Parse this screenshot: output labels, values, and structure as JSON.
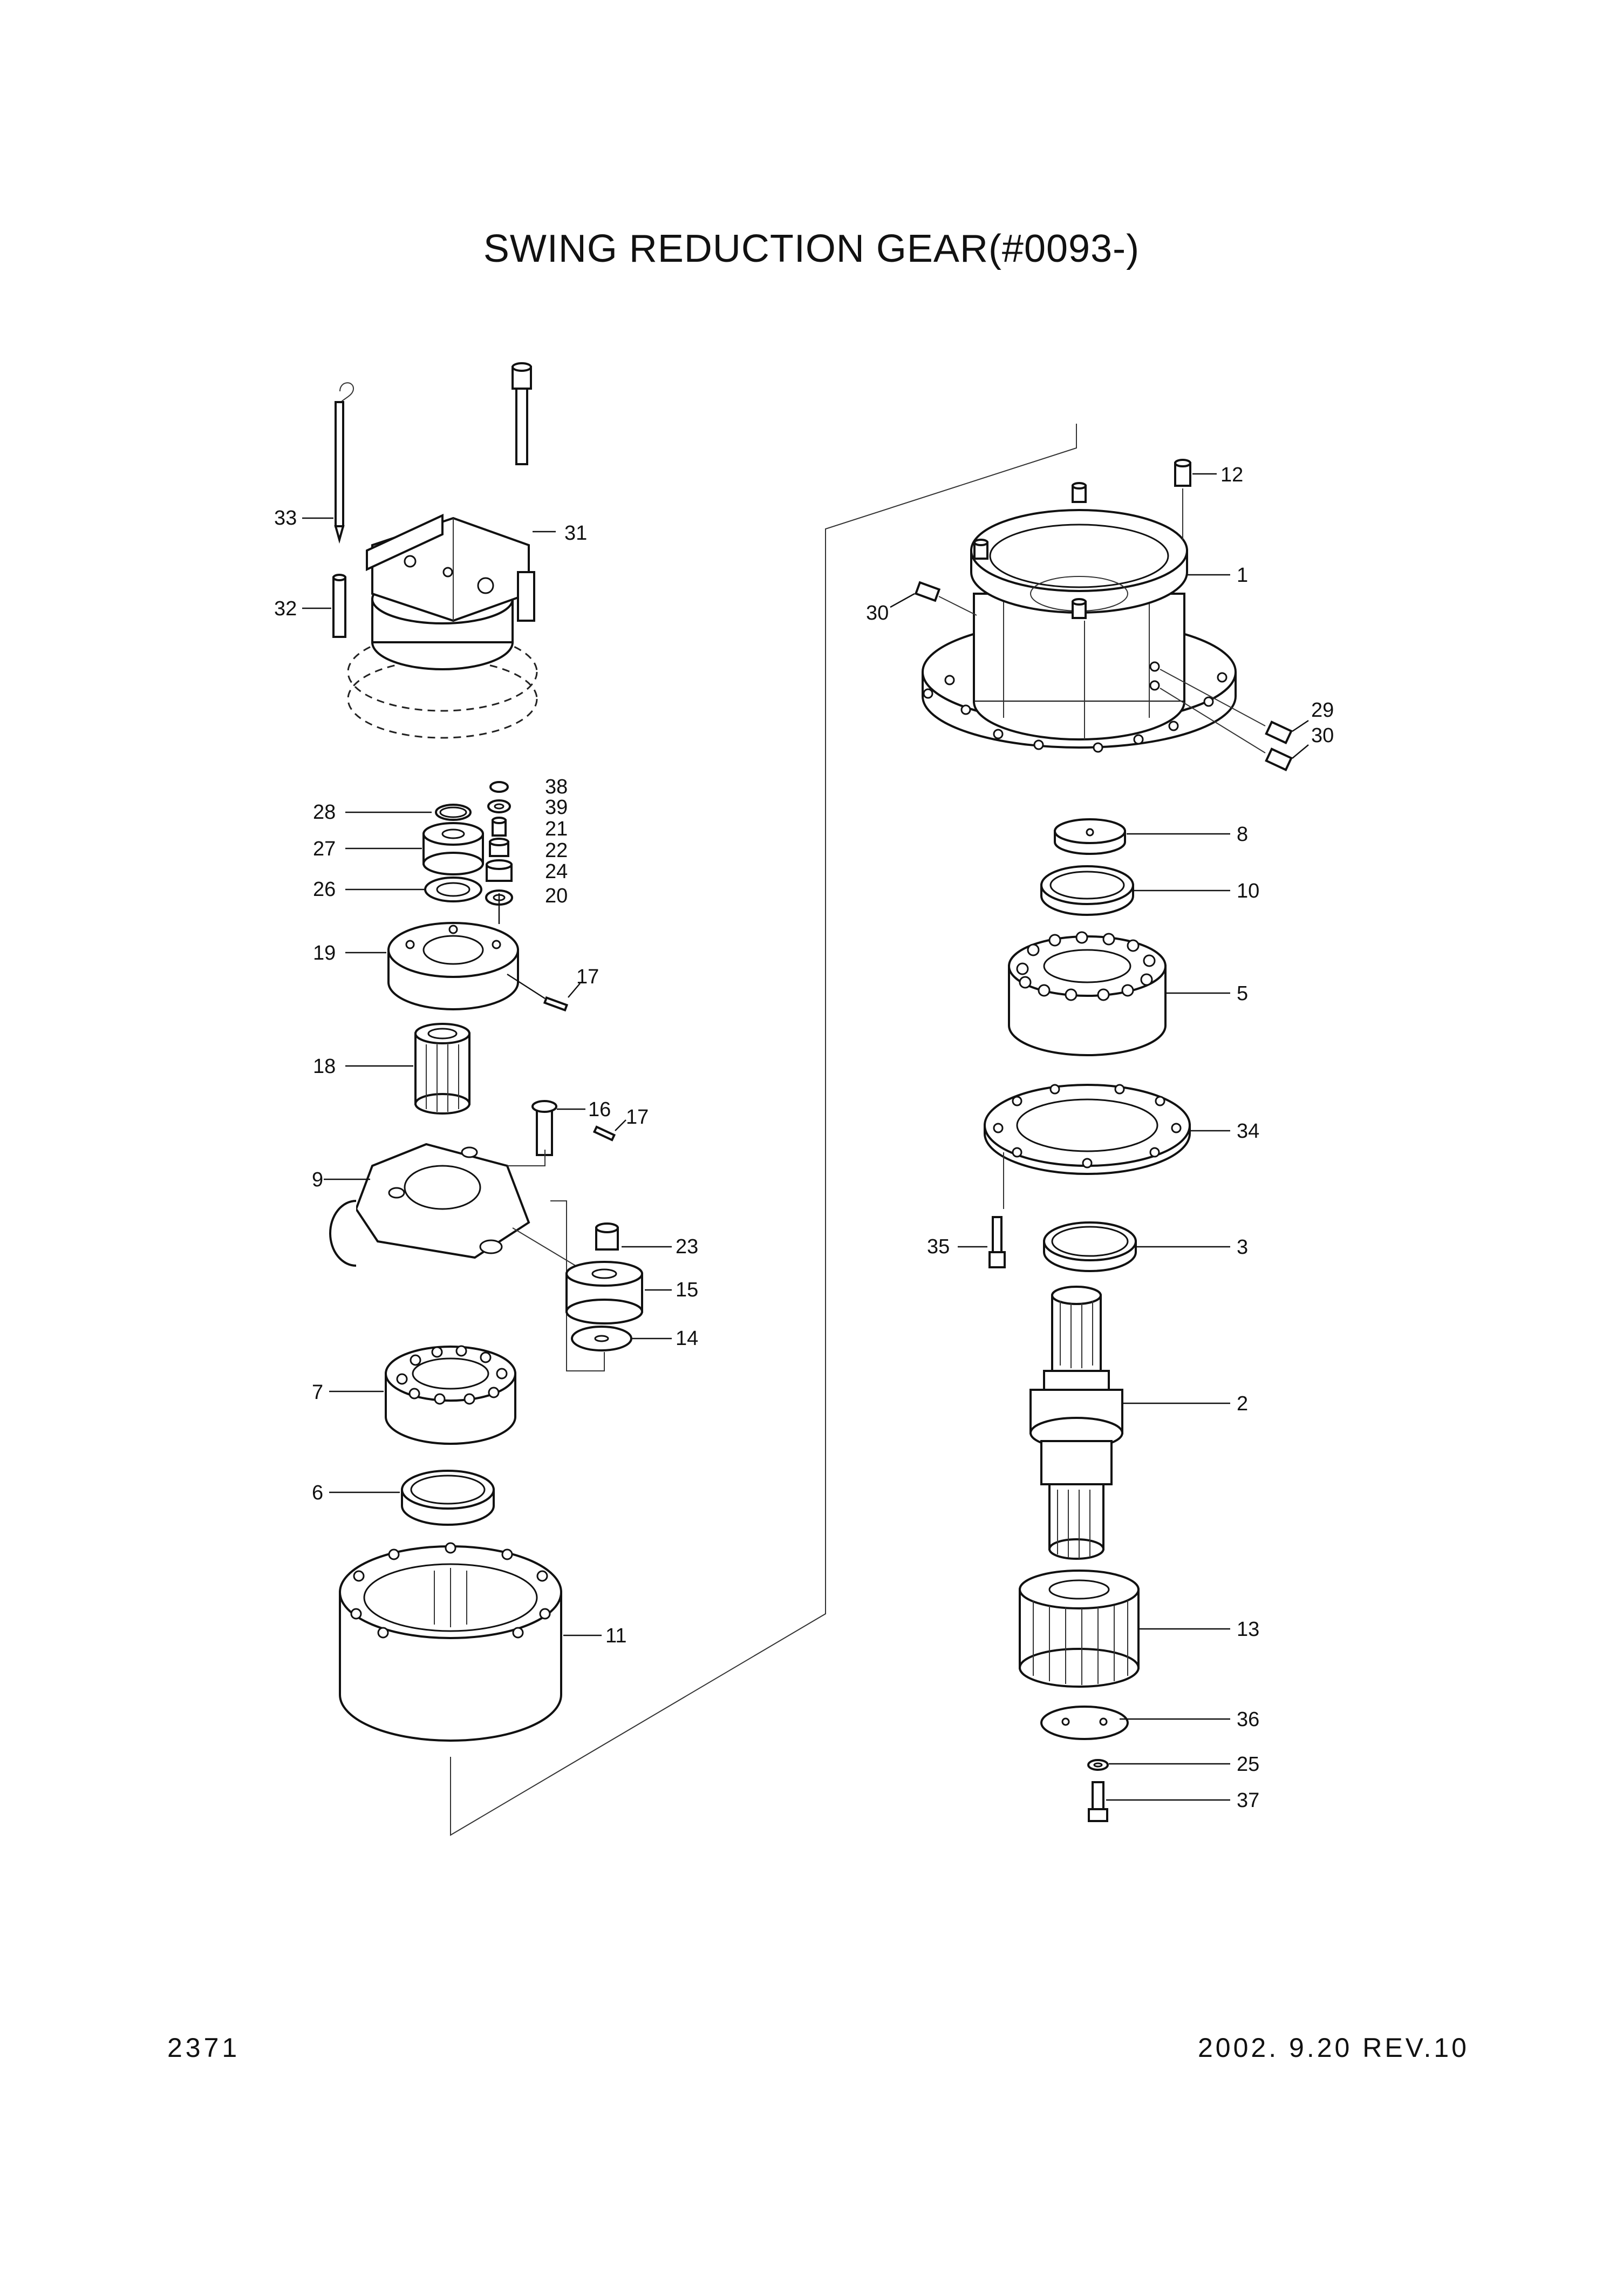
{
  "title": "SWING REDUCTION GEAR(#0093-)",
  "page_number": "2371",
  "revision": "2002. 9.20 REV.10",
  "callouts": [
    "33",
    "31",
    "32",
    "38",
    "39",
    "21",
    "22",
    "24",
    "20",
    "28",
    "27",
    "26",
    "19",
    "17",
    "18",
    "16",
    "17",
    "9",
    "23",
    "15",
    "14",
    "7",
    "6",
    "11",
    "12",
    "1",
    "30",
    "29",
    "30",
    "8",
    "10",
    "5",
    "34",
    "35",
    "3",
    "2",
    "13",
    "36",
    "25",
    "37"
  ]
}
